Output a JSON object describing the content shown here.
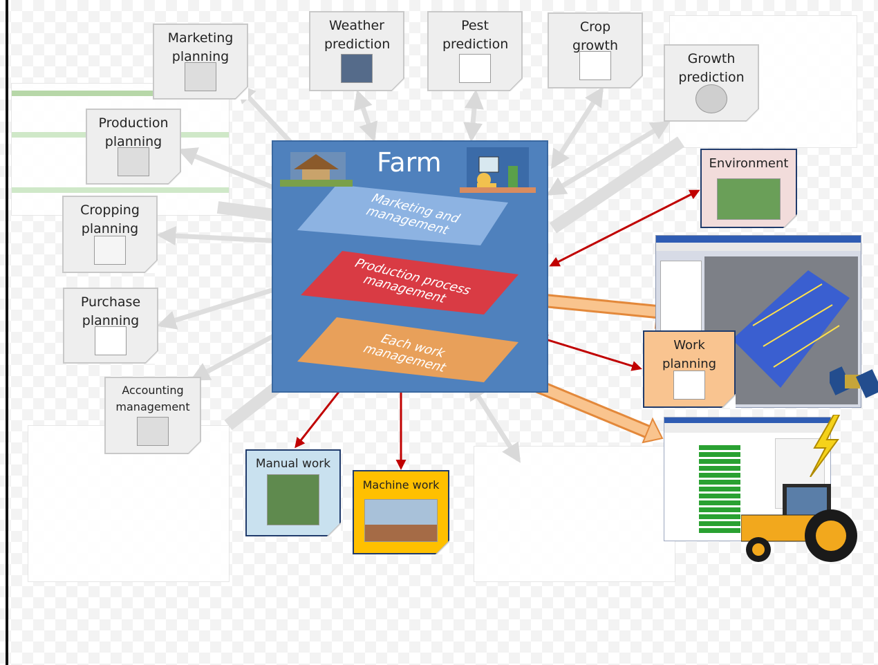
{
  "farm": {
    "title": "Farm",
    "layers": [
      {
        "label": "Marketing and management",
        "color": "#8db3e2"
      },
      {
        "label": "Production process management",
        "color": "#d93b44"
      },
      {
        "label": "Each work management",
        "color": "#e8a05a"
      }
    ]
  },
  "planning_cards": {
    "marketing": "Marketing planning",
    "production": "Production planning",
    "cropping": "Cropping planning",
    "purchase": "Purchase planning",
    "accounting": "Accounting management",
    "weather": "Weather prediction",
    "pest": "Pest prediction",
    "crop_growth": "Crop growth",
    "growth_prediction": "Growth prediction"
  },
  "work_cards": {
    "environment": "Environment",
    "work_planning": "Work planning",
    "manual_work": "Manual work",
    "machine_work": "Machine work"
  },
  "colors": {
    "gray_arrow": "#e0e0e0",
    "red_arrow": "#c00000",
    "orange_arrow": "#f9c48e",
    "environment_bg": "#f2dcdb",
    "manual_bg": "#c9e1ef",
    "machine_bg": "#ffc000",
    "work_planning_bg": "#f9c490"
  },
  "icons": [
    "farmhouse-icon",
    "computer-desk-icon",
    "satellite-icon",
    "tractor-icon",
    "lightning-icon"
  ]
}
